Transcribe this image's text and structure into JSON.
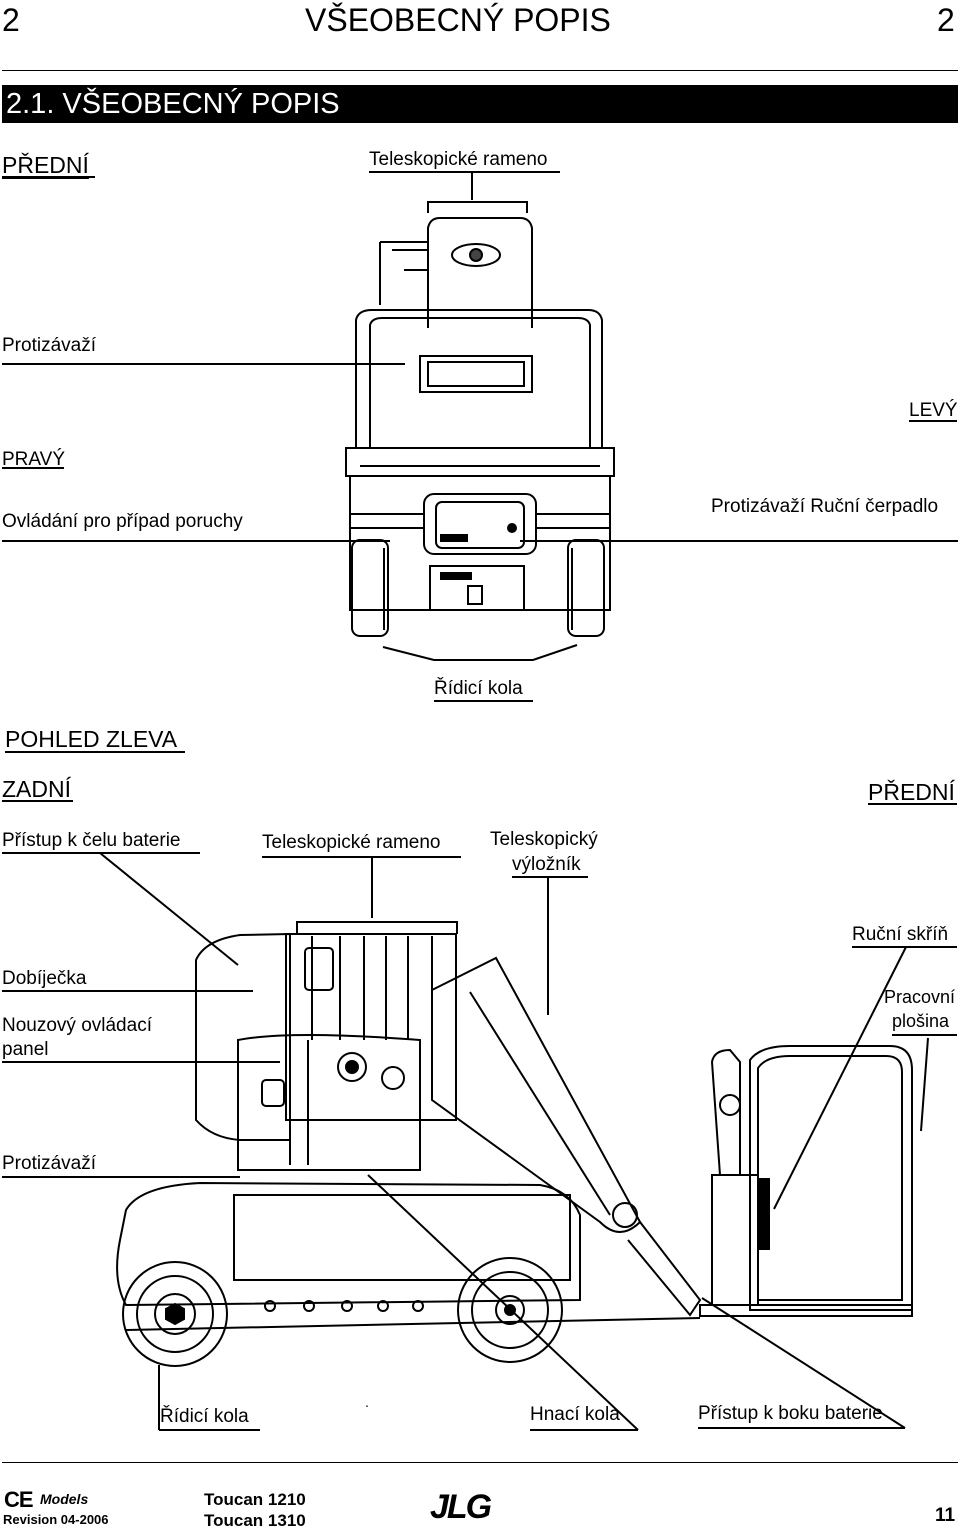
{
  "header": {
    "chapter_left": "2",
    "title": "VŠEOBECNÝ  POPIS",
    "chapter_right": "2"
  },
  "section": {
    "title": "2.1. VŠEOBECNÝ   POPIS"
  },
  "top_view": {
    "front": "PŘEDNÍ",
    "telescopic_arm": "Teleskopické rameno",
    "counterweight": "Protizávaží",
    "left": "LEVÝ",
    "right": "PRAVÝ",
    "emergency_control": "Ovládání pro případ poruchy",
    "counterweight_pump": "Protizávaží Ruční čerpadlo",
    "steering_wheels": "Řídicí kola"
  },
  "side_view": {
    "title": "POHLED ZLEVA",
    "rear": "ZADNÍ",
    "front": "PŘEDNÍ",
    "battery_front": "Přístup k čelu baterie",
    "telescopic_arm": "Teleskopické rameno",
    "jib_line1": "Teleskopický",
    "jib_line2": "výložník",
    "manual_box": "Ruční skříň",
    "charger": "Dobíječka",
    "platform_line1": "Pracovní",
    "platform_line2": "plošina",
    "panel_line1": "Nouzový ovládací",
    "panel_line2": "panel",
    "counterweight": "Protizávaží",
    "steering_wheels": "Řídicí kola",
    "dot": ".",
    "drive_wheels": "Hnací kola",
    "battery_side": "Přístup k boku baterie"
  },
  "footer": {
    "ce_mark": "CE",
    "models_label": "Models",
    "revision": "Revision 04-2006",
    "model_1": "Toucan 1210",
    "model_2": "Toucan 1310",
    "logo": "JLG",
    "page_number": "11"
  }
}
